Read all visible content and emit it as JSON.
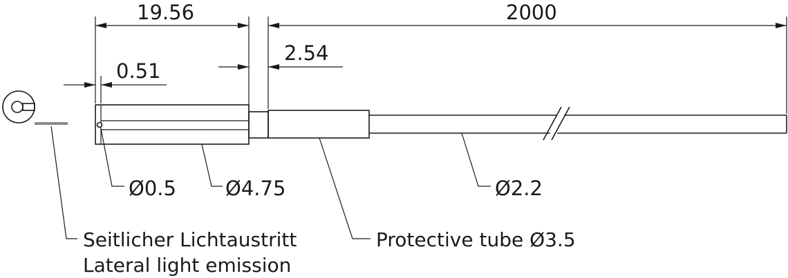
{
  "dimensions": {
    "overall_length": "2000",
    "sensor_length": "19.56",
    "tube_offset": "2.54",
    "tip_offset": "0.51"
  },
  "callouts": {
    "emitter_diameter": "Ø0.5",
    "sensor_diameter": "Ø4.75",
    "cable_diameter": "Ø2.2",
    "protective_tube": "Protective tube Ø3.5",
    "lateral_emission_de": "Seitlicher Lichtaustritt",
    "lateral_emission_en": "Lateral light emission"
  },
  "colors": {
    "line": "#1a1a1a",
    "light_ray": "#8a8a8a"
  }
}
